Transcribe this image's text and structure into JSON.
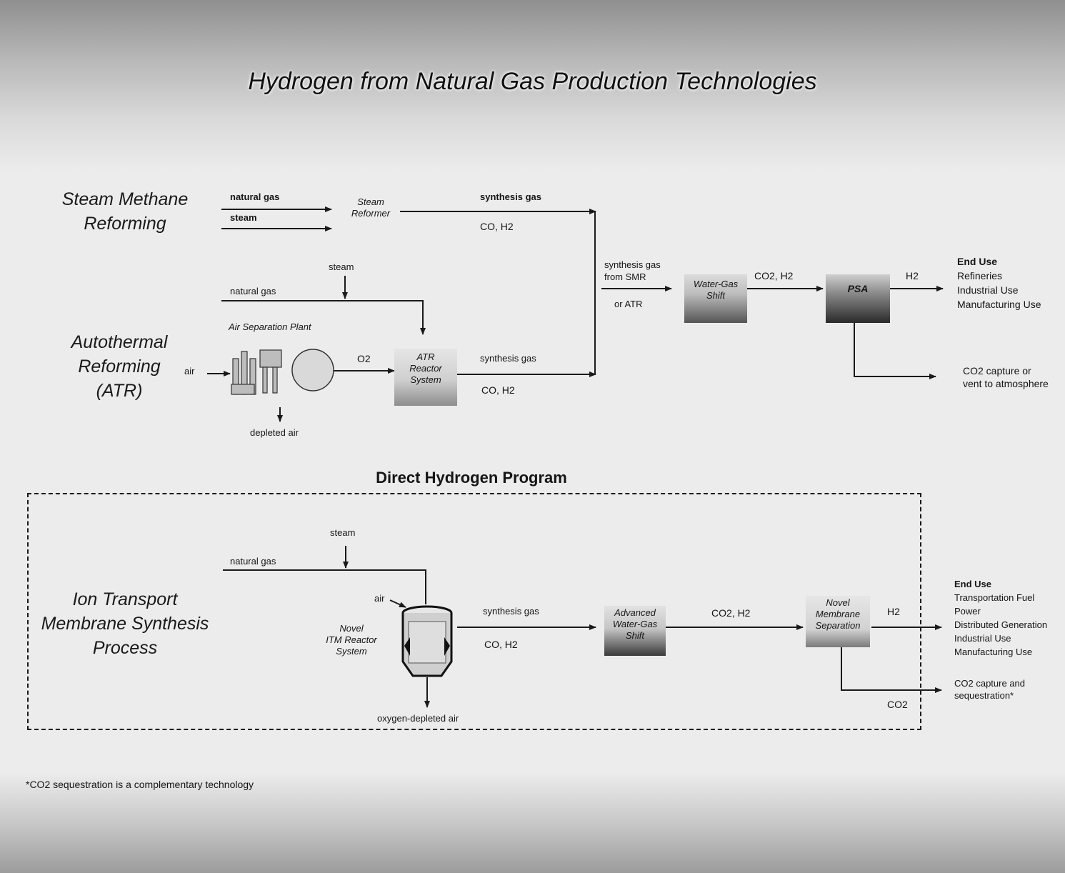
{
  "title": "Hydrogen from Natural Gas Production Technologies",
  "processes": {
    "smr": {
      "line1": "Steam Methane",
      "line2": "Reforming"
    },
    "atr": {
      "line1": "Autothermal",
      "line2": "Reforming",
      "line3": "(ATR)"
    },
    "itm": {
      "line1": "Ion Transport",
      "line2": "Membrane Synthesis",
      "line3": "Process"
    }
  },
  "smr_flow": {
    "natural_gas": "natural gas",
    "steam": "steam",
    "reformer": {
      "line1": "Steam",
      "line2": "Reformer"
    },
    "synthesis_gas": "synthesis gas",
    "co_h2": "CO, H2"
  },
  "atr_flow": {
    "steam": "steam",
    "natural_gas": "natural gas",
    "air_sep_plant": "Air Separation Plant",
    "air": "air",
    "o2": "O2",
    "depleted_air": "depleted air",
    "reactor": {
      "line1": "ATR",
      "line2": "Reactor",
      "line3": "System"
    },
    "synthesis_gas": "synthesis gas",
    "co_h2": "CO, H2"
  },
  "shared_flow": {
    "syngas_from": {
      "line1": "synthesis gas",
      "line2": "from SMR",
      "line3": "or ATR"
    },
    "water_gas_shift": {
      "line1": "Water-Gas",
      "line2": "Shift"
    },
    "co2_h2": "CO2, H2",
    "psa": "PSA",
    "h2": "H2",
    "co2_capture": {
      "line1": "CO2 capture or",
      "line2": "vent to atmosphere"
    }
  },
  "end_use_top": {
    "head": "End Use",
    "items": [
      "Refineries",
      "Industrial Use",
      "Manufacturing Use"
    ]
  },
  "direct_program": {
    "heading": "Direct Hydrogen Program",
    "steam": "steam",
    "natural_gas": "natural gas",
    "air": "air",
    "reactor": {
      "line1": "Novel",
      "line2": "ITM Reactor",
      "line3": "System"
    },
    "oxygen_depleted_air": "oxygen-depleted air",
    "synthesis_gas": "synthesis gas",
    "co_h2": "CO, H2",
    "adv_shift": {
      "line1": "Advanced",
      "line2": "Water-Gas",
      "line3": "Shift"
    },
    "co2_h2": "CO2, H2",
    "membrane": {
      "line1": "Novel",
      "line2": "Membrane",
      "line3": "Separation"
    },
    "h2": "H2",
    "co2": "CO2",
    "co2_capture": {
      "line1": "CO2 capture and",
      "line2": "sequestration*"
    }
  },
  "end_use_bottom": {
    "head": "End Use",
    "items": [
      "Transportation Fuel",
      "Power",
      "Distributed Generation",
      "Industrial Use",
      "Manufacturing Use"
    ]
  },
  "footnote": "*CO2 sequestration is a complementary technology",
  "colors": {
    "line": "#1a1a1a",
    "box_dark": "#3c3c3c",
    "box_light": "#cfcfcf"
  }
}
